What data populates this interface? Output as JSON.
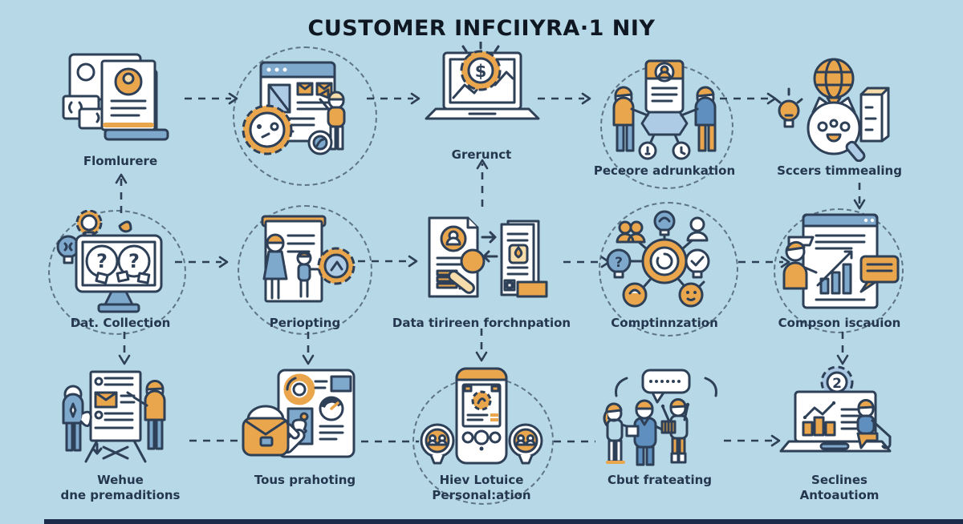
{
  "title": "CUSTOMER INFCIIYRA·1 NIY",
  "colors": {
    "background": "#b7d8e6",
    "outline": "#2e4057",
    "accent_orange": "#eaa64d",
    "accent_blue": "#5e8fbe",
    "label_text": "#24374f",
    "title_text": "#0f1722",
    "footer_bar": "#1d2b4a"
  },
  "cells": {
    "r1c1": {
      "label": "Flomlurere",
      "icon": "customer-profile-monitor-icon"
    },
    "r1c2": {
      "label": "",
      "icon": "website-email-gear-person-icon"
    },
    "r1c3": {
      "label": "Grerunct",
      "icon": "laptop-dollar-chart-icon"
    },
    "r1c4": {
      "label": "Peceore adrunkation",
      "icon": "people-handshake-profile-icon"
    },
    "r1c5": {
      "label": "Sccers timmealing",
      "icon": "globe-magnifier-search-icon"
    },
    "r2c1": {
      "label": "Dat. Collection",
      "icon": "monitor-question-ideas-icon"
    },
    "r2c2": {
      "label": "Periopting",
      "icon": "family-document-gear-icon"
    },
    "r2c3": {
      "label": "Data tirireen forchnpation",
      "icon": "document-transfer-magnifier-icon"
    },
    "r2c4": {
      "label": "Comptinnzation",
      "icon": "network-hub-icon"
    },
    "r2c5": {
      "label": "Compson iscauion",
      "icon": "person-analytics-browser-icon"
    },
    "r3c1": {
      "label_line1": "Wehue",
      "label_line2": "dne premaditions",
      "icon": "presentation-people-icon"
    },
    "r3c2": {
      "label": "Tous prahoting",
      "icon": "briefcase-dashboard-hand-icon"
    },
    "r3c3": {
      "label_line1": "Hiev Lotuice",
      "label_line2": "Personal:ation",
      "icon": "mobile-personalization-icon"
    },
    "r3c4": {
      "label": "Cbut frateating",
      "icon": "people-chat-icon"
    },
    "r3c5": {
      "label_line1": "Seclines",
      "label_line2": "Antoautiom",
      "icon": "laptop-automation-gear-icon"
    }
  },
  "glyphs": {
    "dollar": "$",
    "question": "?",
    "two": "2"
  }
}
